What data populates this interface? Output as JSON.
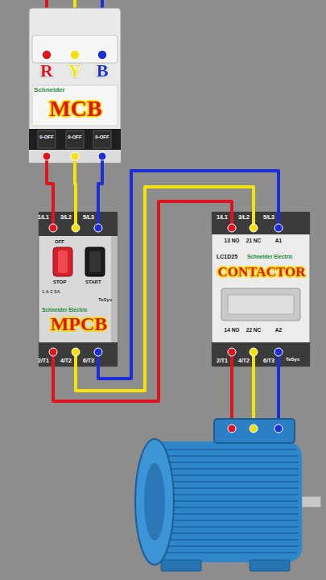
{
  "diagram": {
    "nodes": [
      {
        "text": [
          "Schneider",
          "MCB"
        ]
      },
      {
        "text": [
          "OFF",
          "STOP",
          "START",
          "1.6-2.5A",
          "TeSys",
          "Schneider Electric",
          "MPCB"
        ]
      },
      {
        "text": [
          "LC1D25",
          "Schneider Electric",
          "CONTACTOR",
          "TeSys"
        ]
      }
    ],
    "edges": [
      {
        "from": 0,
        "to": 1,
        "arrow": "none"
      },
      {
        "from": 0,
        "to": 1,
        "arrow": "none"
      },
      {
        "from": 0,
        "to": 1,
        "arrow": "none"
      },
      {
        "from": 1,
        "to": 2,
        "arrow": "none"
      },
      {
        "from": 1,
        "to": 2,
        "arrow": "none"
      },
      {
        "from": 1,
        "to": 2,
        "arrow": "none"
      }
    ],
    "labels": [
      "R",
      "Y",
      "B",
      "0-OFF",
      "0-OFF",
      "0-OFF",
      "1/L1",
      "3/L2",
      "5/L3",
      "2/T1",
      "4/T2",
      "6/T3",
      "1/L1",
      "3/L2",
      "5/L3",
      "13 NO",
      "21 NC",
      "A1",
      "14 NO",
      "22 NC",
      "A2",
      "2/T1",
      "4/T2",
      "6/T3"
    ]
  }
}
